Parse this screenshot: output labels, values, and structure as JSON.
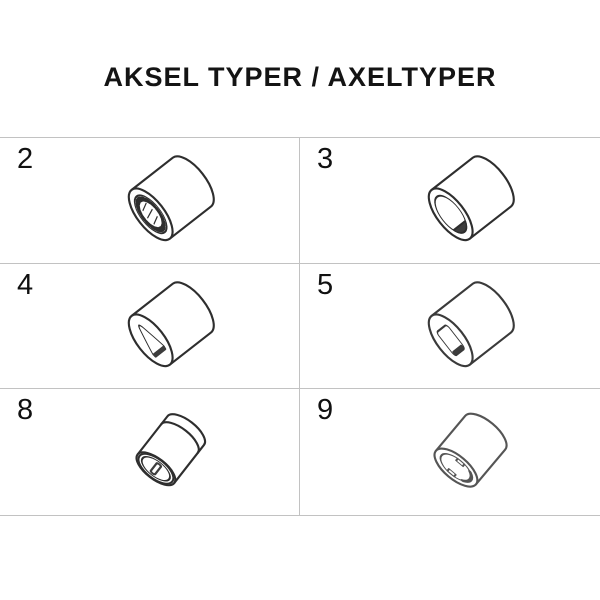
{
  "title": "AKSEL TYPER / AXELTYPER",
  "cells": [
    {
      "number": "2",
      "bore": "splined"
    },
    {
      "number": "3",
      "bore": "d-profile"
    },
    {
      "number": "4",
      "bore": "triangular"
    },
    {
      "number": "5",
      "bore": "square"
    },
    {
      "number": "8",
      "bore": "slotted"
    },
    {
      "number": "9",
      "bore": "double-notch"
    }
  ]
}
